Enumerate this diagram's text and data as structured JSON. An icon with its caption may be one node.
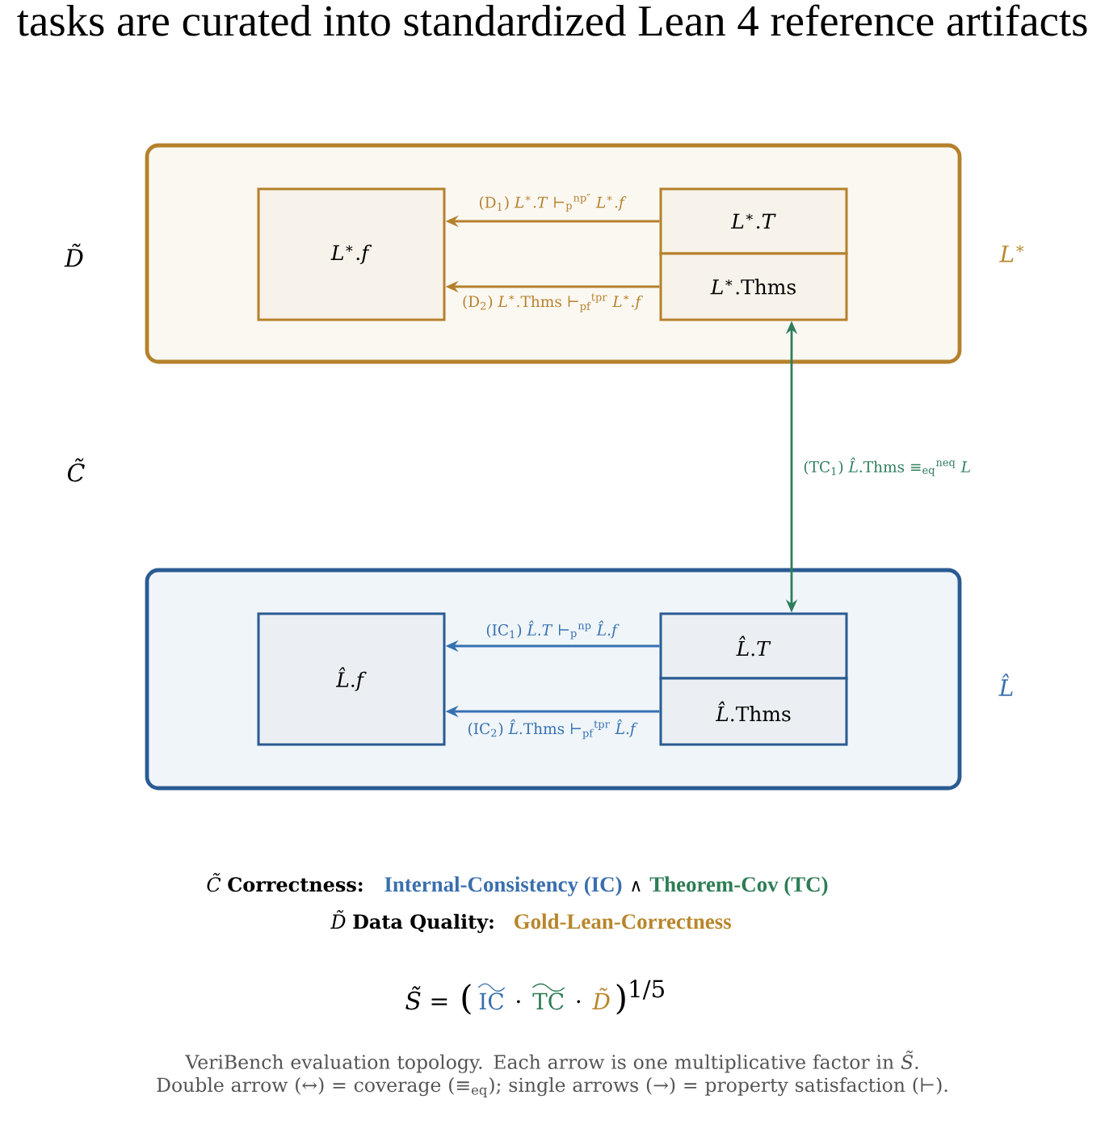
{
  "diagram": {
    "title": "tasks are curated into standardized Lean 4 reference artifacts",
    "nodes": [
      {
        "text": [],
        "shape": "box",
        "beside": [
          "*L*$^{∗}$"
        ]
      },
      {
        "text": [
          "*L*$^{∗}$.*f*"
        ],
        "in": 0
      },
      {
        "text": [
          "*L*$^{∗}$.*T*"
        ],
        "in": 0
      },
      {
        "text": [
          "*L*$^{∗}$.Thms"
        ],
        "in": 0
      },
      {
        "text": [],
        "shape": "box",
        "beside": [
          "L̂"
        ]
      },
      {
        "text": [
          "*L̂*.*f*"
        ],
        "in": 4
      },
      {
        "text": [
          "*L̂*.*T*"
        ],
        "in": 4
      },
      {
        "text": [
          "*L̂*.Thms"
        ],
        "in": 4
      }
    ],
    "edges": [
      {
        "from": 2,
        "to": 1,
        "arrow": "to",
        "label": "(D$_{1}$) *L*$^{∗}$.*T* ⊢$_{p}$$^{np″}$ *L*$^{∗}$.*f*",
        "color": "#b5802c"
      },
      {
        "from": 3,
        "to": 1,
        "arrow": "to",
        "label": "(D$_{2}$) *L*$^{∗}$.Thms ⊢$_{pf}$$^{tpr}$ *L*$^{∗}$.*f*",
        "color": "#b5802c"
      },
      {
        "from": 6,
        "to": 5,
        "arrow": "to",
        "label": "(IC$_{1}$) *L̂*.*T* ⊢$_{p}$$^{np}$ *L̂*.*f*",
        "color": "#3571b1"
      },
      {
        "from": 7,
        "to": 5,
        "arrow": "to",
        "label": "(IC$_{2}$) *L̂*.Thms ⊢$_{pf}$$^{tpr}$ *L̂*.*f*",
        "color": "#3571b1"
      },
      {
        "from": 6,
        "to": 3,
        "arrow": "both",
        "label": "(TC$_{1}$) *L̂*.Thms ≡$_{eq}$$^{neq}$ *L*",
        "color": "#2e7d5b"
      }
    ],
    "labels": [
      "D̃",
      "C̃",
      "*C̃* **Correctness:**",
      "Internal-Consistency (IC)",
      "∧",
      "Theorem-Cov (TC)",
      "*D̃* **Data Quality:**",
      "Gold-Lean-Correctness",
      "*S̃* =",
      "(",
      "IC",
      "·",
      "TC",
      "·",
      "D̃",
      ")$^{1/5}$"
    ],
    "caption": "VeriBench evaluation topology. Each arrow is one multiplicative factor in *S̃*. Double arrow (↔) = coverage (≡$_{eq}$); single arrows (→) = property satisfaction (⊢)."
  }
}
